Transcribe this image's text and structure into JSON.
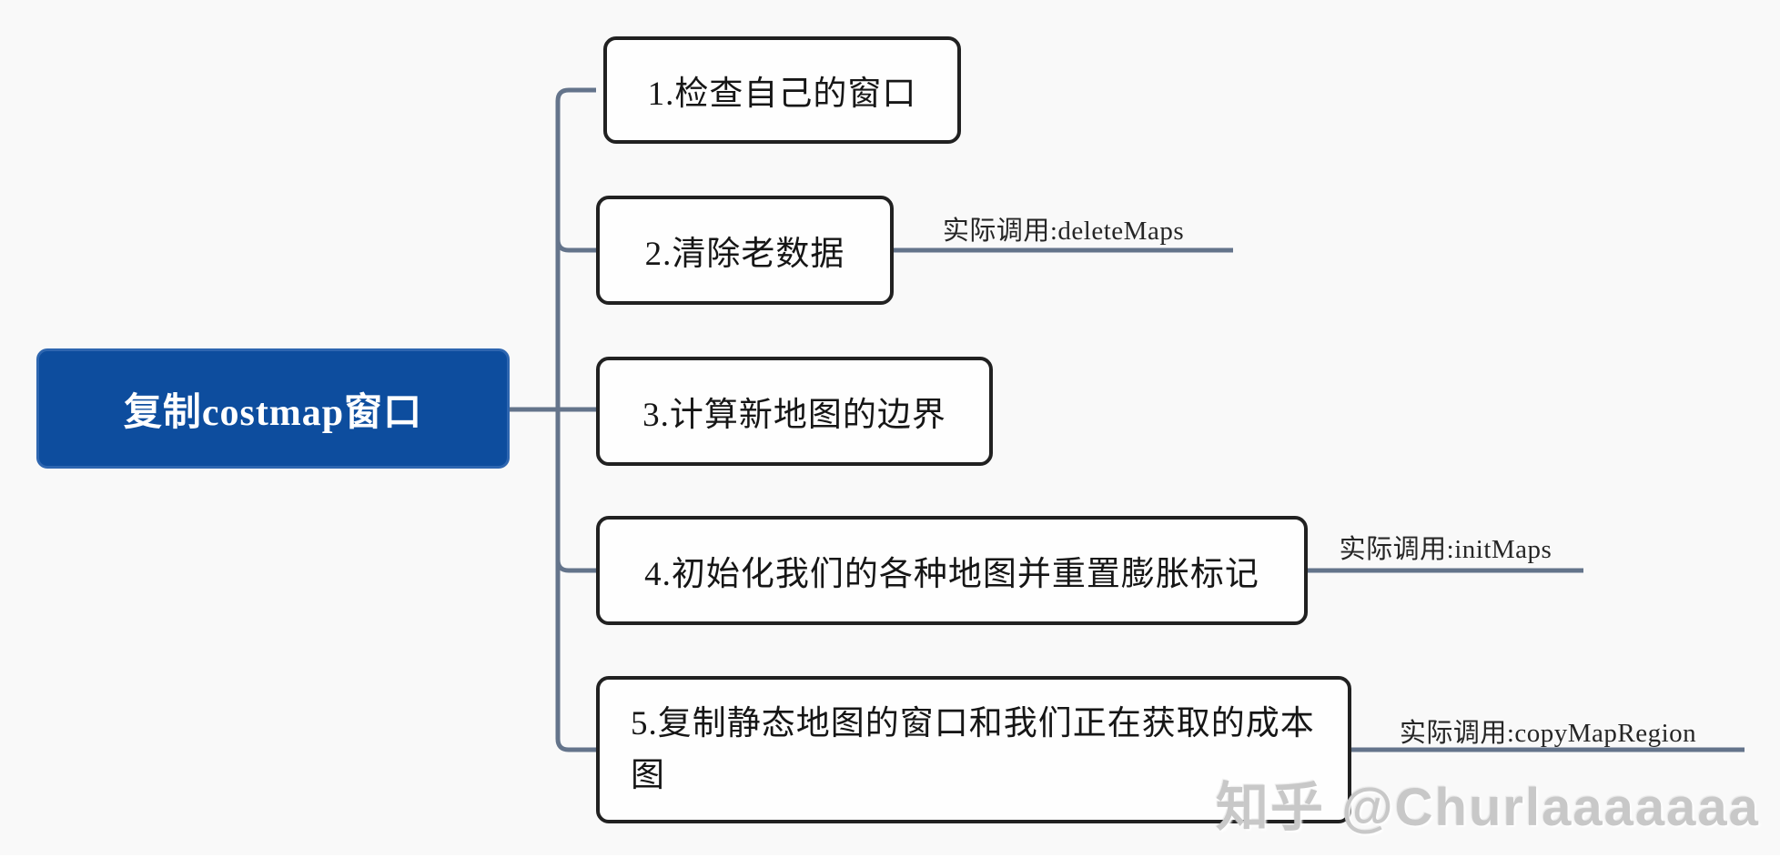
{
  "diagram": {
    "type": "mindmap",
    "root": {
      "label": "复制costmap窗口",
      "bg_color": "#0d4d9e",
      "text_color": "#ffffff"
    },
    "nodes": [
      {
        "label": "1.检查自己的窗口",
        "annotation": null
      },
      {
        "label": "2.清除老数据",
        "annotation": "实际调用:deleteMaps"
      },
      {
        "label": "3.计算新地图的边界",
        "annotation": null
      },
      {
        "label": "4.初始化我们的各种地图并重置膨胀标记",
        "annotation": "实际调用:initMaps"
      },
      {
        "label": "5.复制静态地图的窗口和我们正在获取的成本图",
        "annotation": "实际调用:copyMapRegion"
      }
    ],
    "colors": {
      "background": "#f9f9f9",
      "connector": "#64748b",
      "node_border": "#212121",
      "node_fill": "#fefefe",
      "annotation_text": "#262626",
      "watermark_text": "#c8c8c8"
    }
  },
  "watermark": {
    "text": "知乎 @Churlaaaaaaa"
  }
}
